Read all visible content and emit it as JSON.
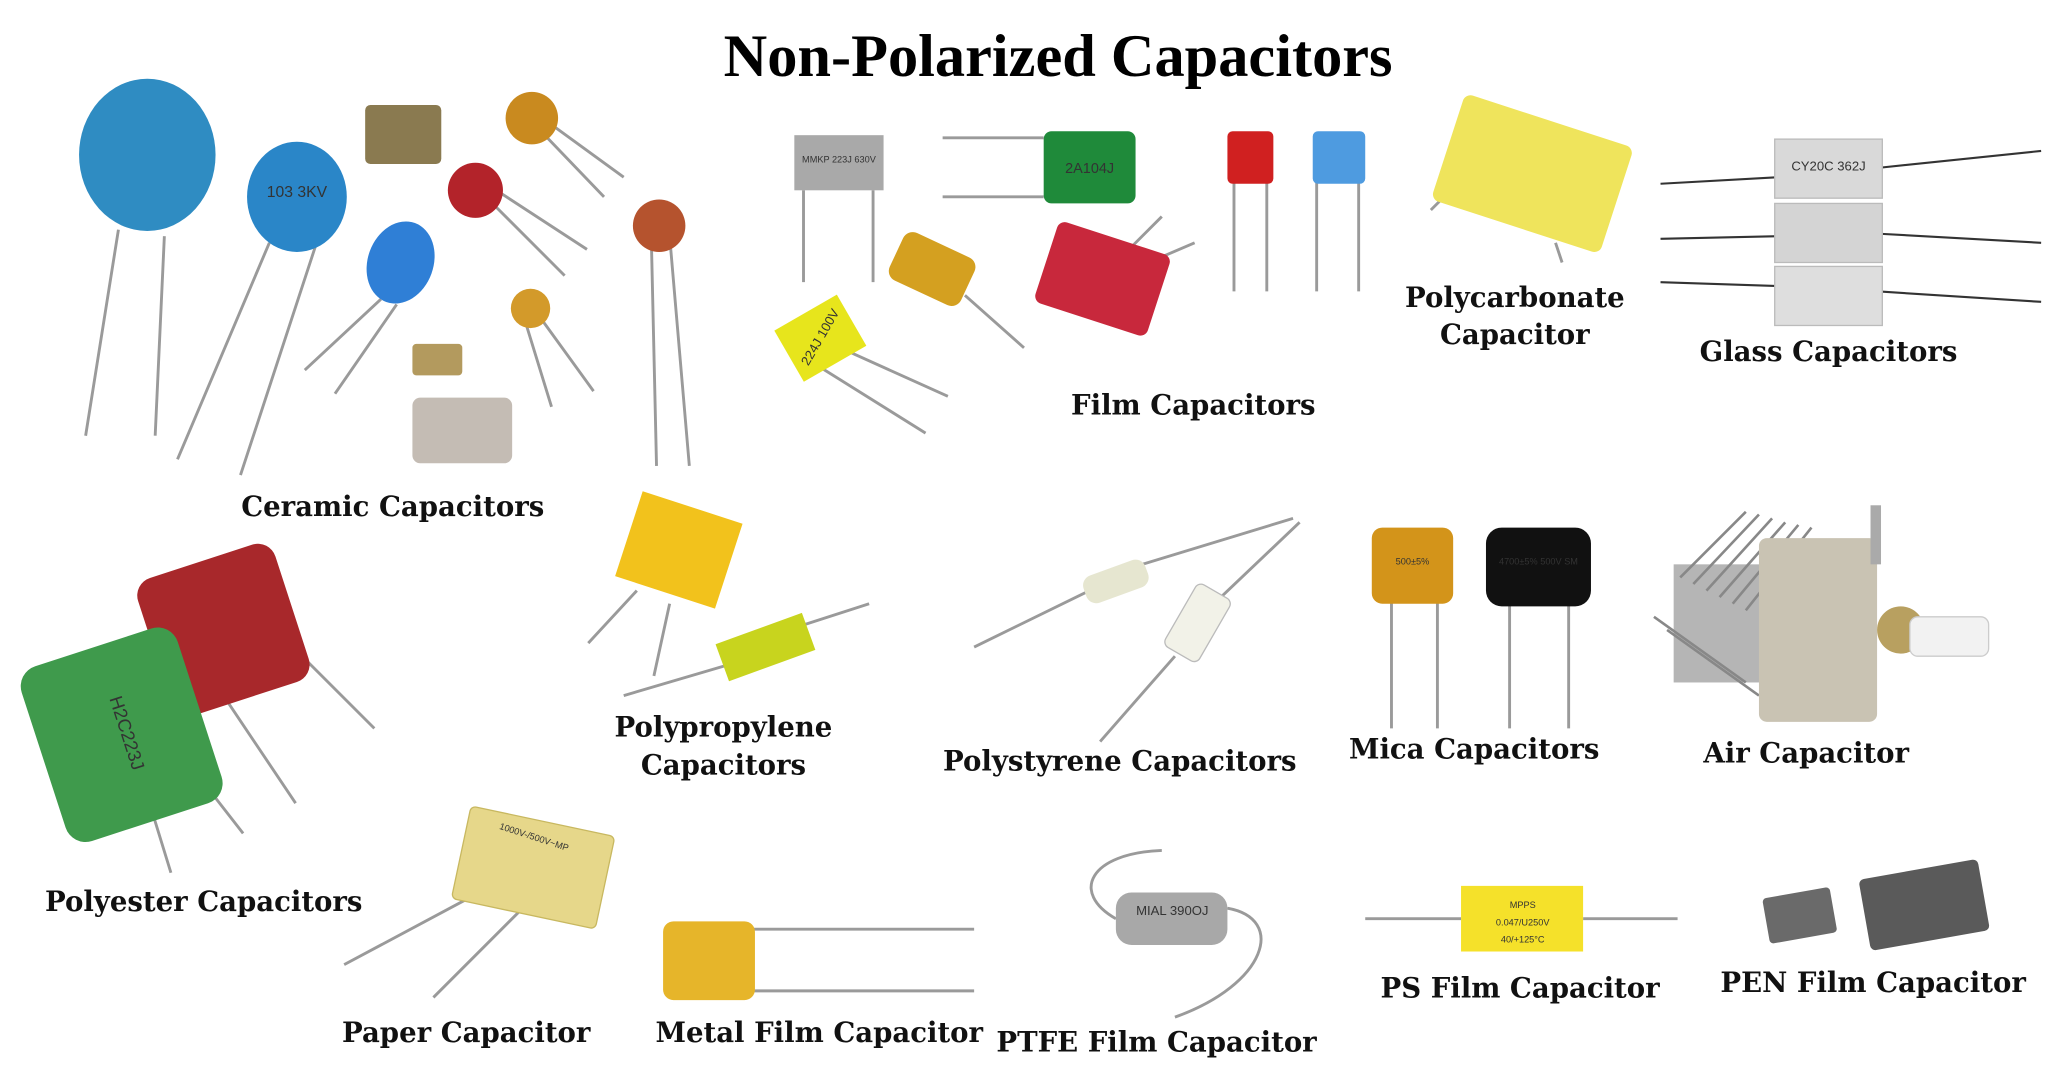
{
  "title": "Non-Polarized Capacitors",
  "colors": {
    "background": "#ffffff",
    "text": "#111111"
  },
  "labels": {
    "ceramic": "Ceramic Capacitors",
    "film": "Film Capacitors",
    "polycarbonate_1": "Polycarbonate",
    "polycarbonate_2": "Capacitor",
    "glass": "Glass Capacitors",
    "polypropylene_1": "Polypropylene",
    "polypropylene_2": "Capacitors",
    "polystyrene": "Polystyrene Capacitors",
    "mica": "Mica Capacitors",
    "air": "Air Capacitor",
    "polyester": "Polyester Capacitors",
    "paper": "Paper Capacitor",
    "metal_film": "Metal Film Capacitor",
    "ptfe": "PTFE Film Capacitor",
    "ps_film": "PS Film Capacitor",
    "pen_film": "PEN Film Capacitor"
  },
  "markings": {
    "mmkp": "MMKP 223J 630V",
    "green_film": "2A104J",
    "yellow_film": "224J 100V",
    "ceramic_big": "103 3KV",
    "glass": "CY20C 362J",
    "mica_orange": "500±5%",
    "mica_black": "4700±5% 500V SM",
    "polyester_green": "H2C223J",
    "paper": "1000V-/500V~MP",
    "ptfe": "MIAL 390OJ",
    "ps_1": "MPPS",
    "ps_2": "0.047/U250V",
    "ps_3": "40/+125°C"
  }
}
